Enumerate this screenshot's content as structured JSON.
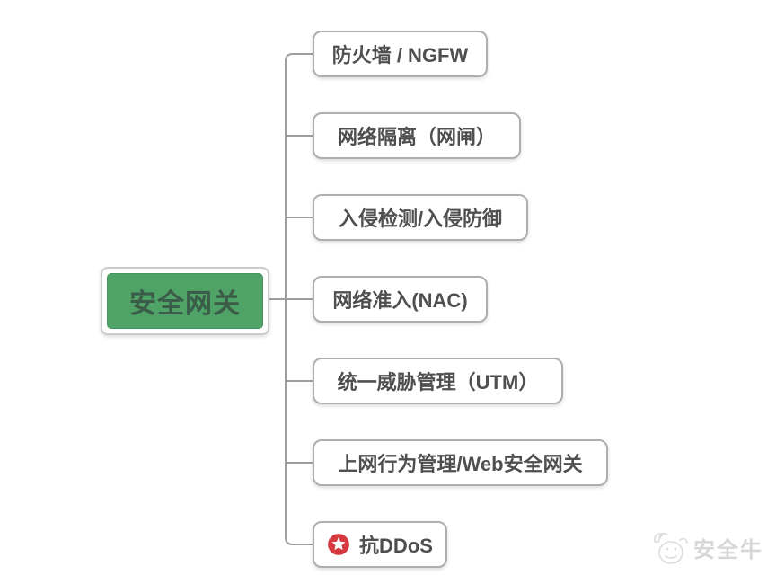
{
  "root": {
    "label": "安全网关"
  },
  "nodes": [
    {
      "label": "防火墙 / NGFW"
    },
    {
      "label": "网络隔离（网闸）"
    },
    {
      "label": "入侵检测/入侵防御"
    },
    {
      "label": "网络准入(NAC)"
    },
    {
      "label": "统一威胁管理（UTM）"
    },
    {
      "label": "上网行为管理/Web安全网关"
    },
    {
      "label": "抗DDoS",
      "icon": "star-badge"
    }
  ],
  "watermark": {
    "label": "安全牛",
    "icon": "bull-logo"
  },
  "colors": {
    "root-bg": "#4fa366",
    "root-text": "#3a5c49",
    "node-border": "#aeaeae",
    "node-text": "#4f4f4f",
    "connector": "#9e9e9e",
    "star-red": "#d6393f",
    "watermark": "#d6d6d6"
  }
}
